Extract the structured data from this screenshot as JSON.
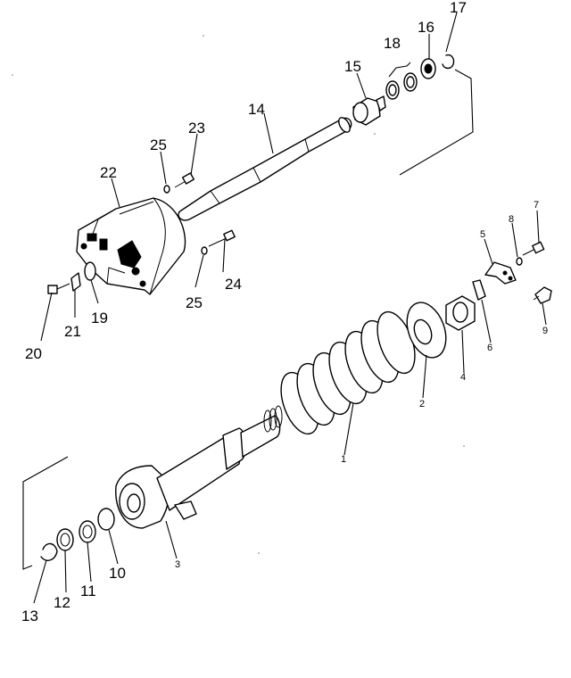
{
  "callouts": {
    "c1": "1",
    "c2": "2",
    "c3": "3",
    "c4": "4",
    "c5": "5",
    "c6": "6",
    "c7": "7",
    "c8": "8",
    "c9": "9",
    "c10": "10",
    "c11": "11",
    "c12": "12",
    "c13": "13",
    "c14": "14",
    "c15": "15",
    "c16": "16",
    "c17": "17",
    "c18": "18",
    "c19": "19",
    "c20": "20",
    "c21": "21",
    "c22": "22",
    "c23": "23",
    "c24": "24",
    "c25a": "25",
    "c25b": "25"
  }
}
